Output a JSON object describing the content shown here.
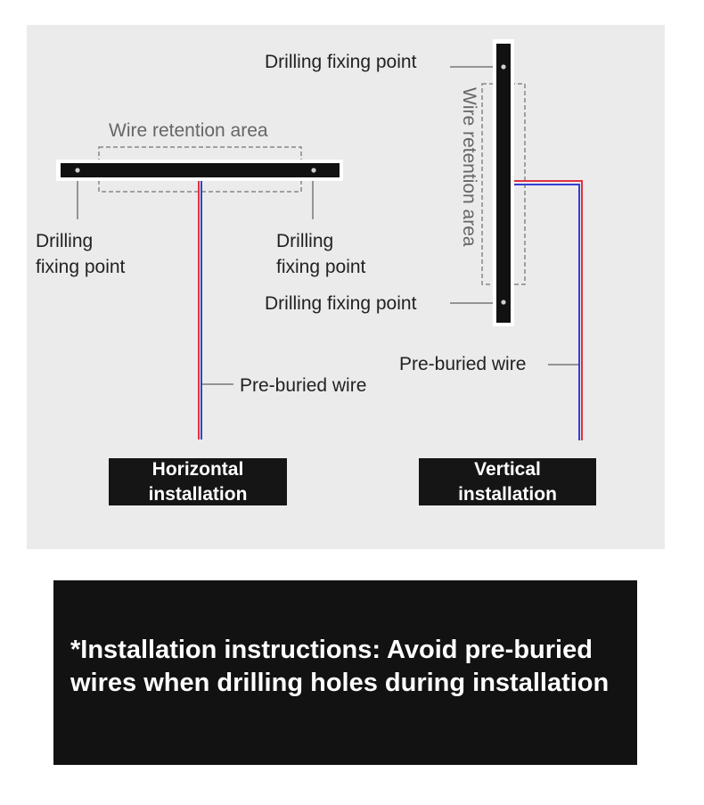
{
  "horizontal": {
    "retention_label": "Wire retention area",
    "fix_left_line1": "Drilling",
    "fix_left_line2": "fixing point",
    "fix_right_line1": "Drilling",
    "fix_right_line2": "fixing point",
    "wire_label": "Pre-buried wire",
    "tag_line1": "Horizontal",
    "tag_line2": "installation"
  },
  "vertical": {
    "fix_top": "Drilling fixing point",
    "fix_bottom": "Drilling fixing point",
    "retention_label": "Wire retention area",
    "wire_label": "Pre-buried wire",
    "tag_line1": "Vertical",
    "tag_line2": "installation"
  },
  "instructions": {
    "line1": "*Installation instructions: Avoid pre-buried",
    "line2": "wires when drilling holes during installation"
  },
  "colors": {
    "wire_red": "#e03040",
    "wire_blue": "#3340d0",
    "bar": "#111111",
    "panel": "#ebebeb"
  }
}
